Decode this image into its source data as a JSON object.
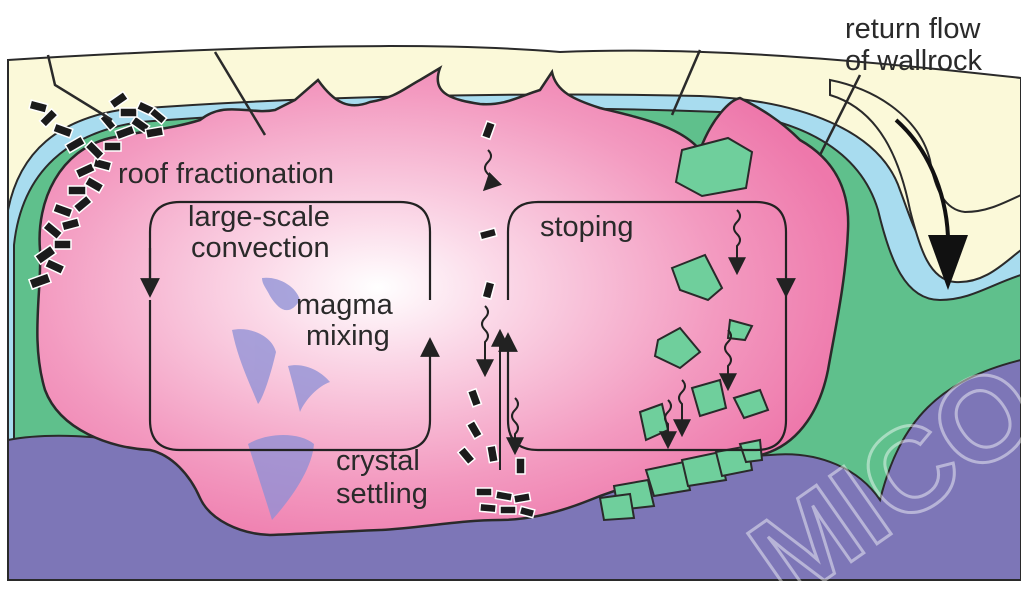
{
  "labels": {
    "return_flow_line1": "return flow",
    "return_flow_line2": "of wallrock",
    "roof_fractionation": "roof fractionation",
    "large_scale_line1": "large-scale",
    "large_scale_line2": "convection",
    "stoping": "stoping",
    "magma_line1": "magma",
    "magma_line2": "mixing",
    "crystal_line1": "crystal",
    "crystal_line2": "settling"
  },
  "watermark": "MICO",
  "colors": {
    "wallrock_cream": "#fbf9d9",
    "aureole_blue": "#a8dcef",
    "chill_green": "#5fc08c",
    "magma_pink": "#ee78ab",
    "magma_center": "#ffffff",
    "basement_purple": "#7d76b7",
    "mixing_blobs": "#8c8fd6",
    "stoped_block_green": "#6fcf9c",
    "crystal_black": "#1b1b1b",
    "outline": "#2a2a2a"
  },
  "icons": {
    "convection_arrows": "curved-arrow-icon",
    "settling_path": "wavy-arrow-icon",
    "return_flow_arrow": "curved-arrow-icon"
  }
}
